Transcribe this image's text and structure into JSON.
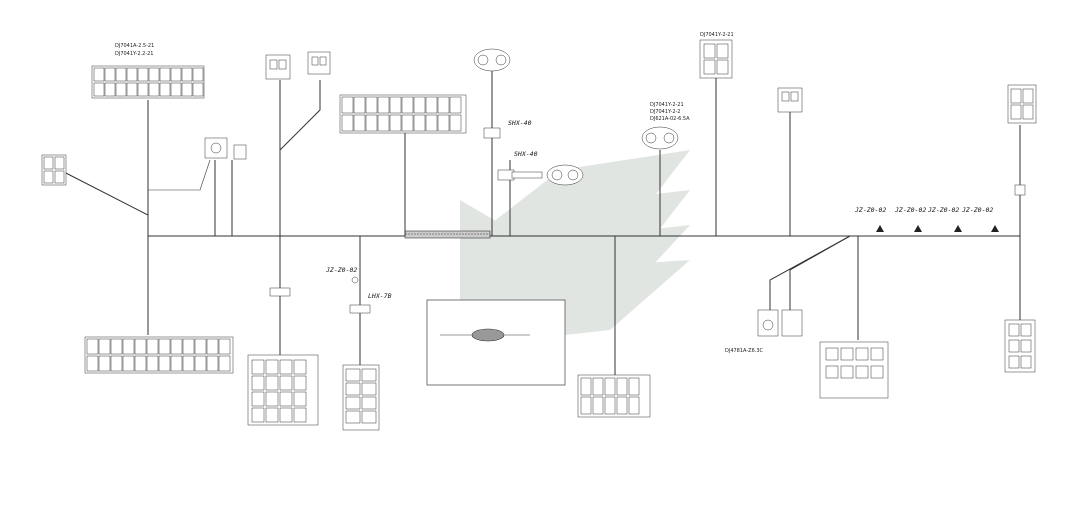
{
  "codes": {
    "jz_z0_02_left": "JZ-Z0-02",
    "lhx_7b": "LHX-7B",
    "shx_40_top": "SHX-40",
    "shx_40_lower": "SHX-40",
    "jz_z0_02_right1": "JZ-Z0-02",
    "jz_z0_02_right2": "JZ-Z0-02",
    "jz_z0_02_right3": "JZ-Z0-02",
    "jz_z0_02_right4": "JZ-Z0-02",
    "dj_left": "DJ7041A-2.5-21",
    "dj_left2": "DJ7041Y-2.2-21",
    "dj_right": "DJ7041Y-2-21",
    "dj_lamp1": "DJ7041Y-2-21",
    "dj_lamp2": "DJ7041Y-2-2",
    "dj_lamp3": "DJ621A-02-6.5A",
    "dj_relay": "DJ4781A-Z6.3C"
  }
}
